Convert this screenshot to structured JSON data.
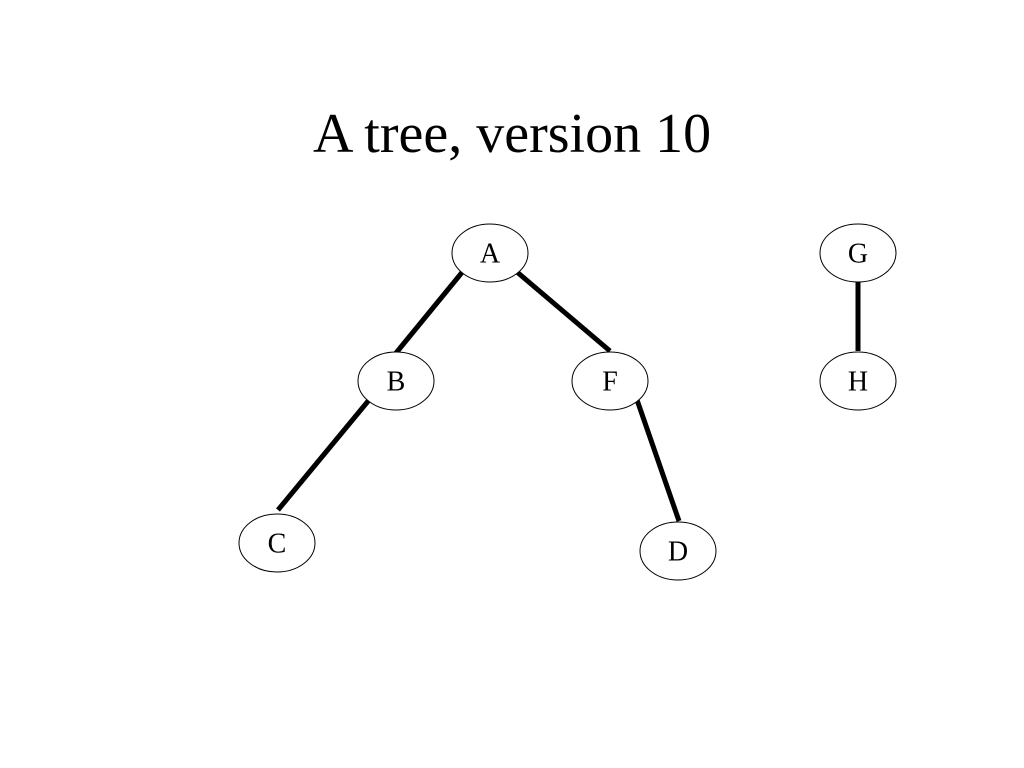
{
  "title": "A tree, version 10",
  "nodes": {
    "A": "A",
    "B": "B",
    "C": "C",
    "D": "D",
    "F": "F",
    "G": "G",
    "H": "H"
  },
  "edges": [
    [
      "A",
      "B"
    ],
    [
      "A",
      "F"
    ],
    [
      "B",
      "C"
    ],
    [
      "F",
      "D"
    ],
    [
      "G",
      "H"
    ]
  ]
}
